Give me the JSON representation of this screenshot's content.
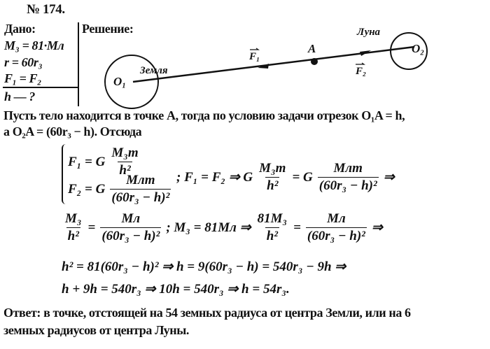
{
  "problem_number": "№ 174.",
  "given": {
    "title": "Дано:",
    "lines": [
      "M₃ = 81·Mл",
      "r = 60r₃",
      "F₁ = F₂"
    ],
    "unknown": "h — ?"
  },
  "solution_title": "Решение:",
  "diagram": {
    "earth_label": "Земля",
    "moon_label": "Луна",
    "o1": "O₁",
    "o2": "O₂",
    "point": "A",
    "f1": "F₁",
    "f2": "F₂"
  },
  "paragraph": {
    "line1": "Пусть тело находится в точке A, тогда по условию задачи отрезок O₁A = h,",
    "line2": "а O₂A = (60r₃ − h). Отсюда"
  },
  "equations": {
    "sys1_lhs": "F₁ = G",
    "sys1_num": "M₃m",
    "sys1_den": "h²",
    "sys2_lhs": "F₂ = G",
    "sys2_num": "Mлm",
    "sys2_den": "(60r₃ − h)²",
    "eq1_a": "; F₁ = F₂ ⇒ G",
    "eq1_num1": "M₃m",
    "eq1_den1": "h²",
    "eq1_b": "= G",
    "eq1_num2": "Mлm",
    "eq1_den2": "(60r₃ − h)²",
    "eq1_c": "⇒",
    "eq2_num1": "M₃",
    "eq2_den1": "h²",
    "eq2_a": "=",
    "eq2_num2": "Mл",
    "eq2_den2": "(60r₃ − h)²",
    "eq2_b": "; M₃ = 81Mл ⇒",
    "eq2_num3": "81M₃",
    "eq2_den3": "h²",
    "eq2_c": "=",
    "eq2_num4": "Mл",
    "eq2_den4": "(60r₃ − h)²",
    "eq2_d": "⇒",
    "eq3": "h² = 81(60r₃ − h)² ⇒ h = 9(60r₃ − h) = 540r₃ − 9h ⇒",
    "eq4": "h + 9h = 540r₃ ⇒ 10h = 540r₃ ⇒ h = 54r₃."
  },
  "answer": {
    "line1": "Ответ: в точке, отстоящей на 54 земных радиуса от центра Земли, или на 6",
    "line2": "земных радиусов от центра Луны."
  }
}
